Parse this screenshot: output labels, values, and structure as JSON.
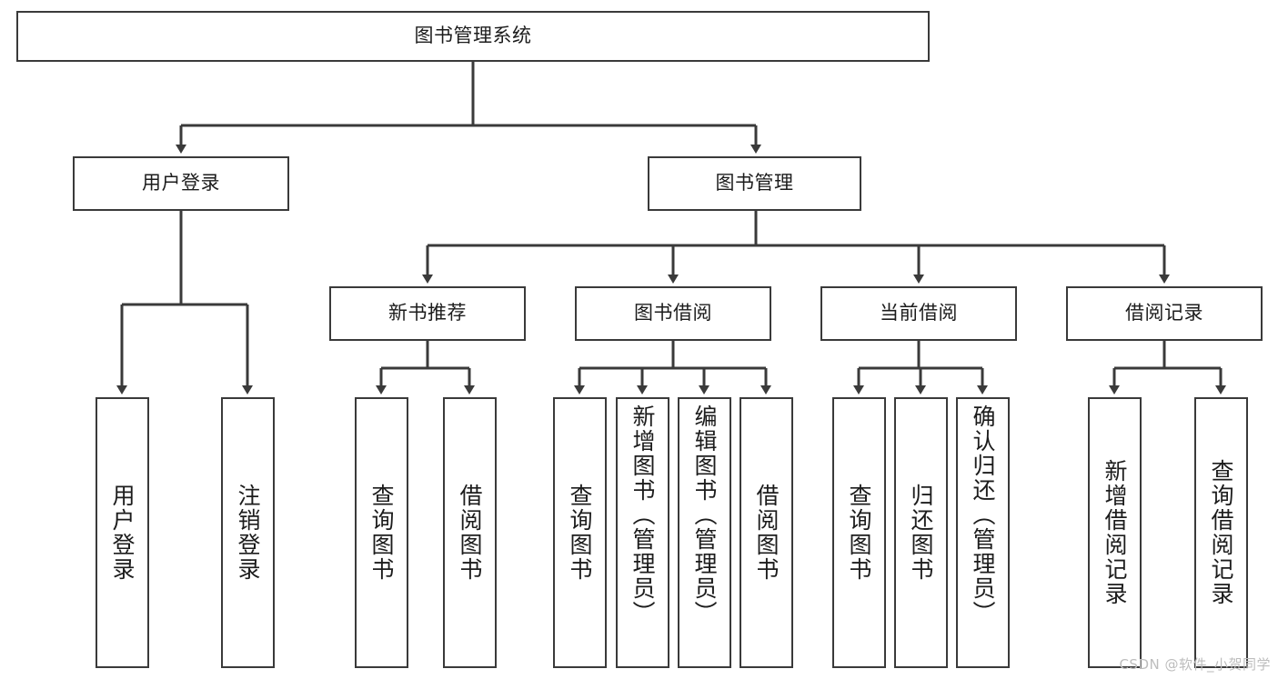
{
  "diagram": {
    "title": "图书管理系统",
    "type": "hierarchy-tree",
    "root": {
      "label": "图书管理系统"
    },
    "level2": [
      {
        "id": "user-login",
        "label": "用户登录"
      },
      {
        "id": "book-management",
        "label": "图书管理"
      }
    ],
    "level3": [
      {
        "id": "new-book-recommend",
        "label": "新书推荐"
      },
      {
        "id": "book-borrow",
        "label": "图书借阅"
      },
      {
        "id": "current-borrow",
        "label": "当前借阅"
      },
      {
        "id": "borrow-record",
        "label": "借阅记录"
      }
    ],
    "leaves": {
      "user_login": [
        {
          "id": "user-login-leaf",
          "label": "用户登录"
        },
        {
          "id": "logout-leaf",
          "label": "注销登录"
        }
      ],
      "new_book_recommend": [
        {
          "id": "query-book-1",
          "label": "查询图书"
        },
        {
          "id": "borrow-book-1",
          "label": "借阅图书"
        }
      ],
      "book_borrow": [
        {
          "id": "query-book-2",
          "label": "查询图书"
        },
        {
          "id": "add-book",
          "label": "新增图书（管理员）"
        },
        {
          "id": "edit-book",
          "label": "编辑图书（管理员）"
        },
        {
          "id": "borrow-book-2",
          "label": "借阅图书"
        }
      ],
      "current_borrow": [
        {
          "id": "query-book-3",
          "label": "查询图书"
        },
        {
          "id": "return-book",
          "label": "归还图书"
        },
        {
          "id": "confirm-return",
          "label": "确认归还（管理员）"
        }
      ],
      "borrow_record": [
        {
          "id": "add-borrow-record",
          "label": "新增借阅记录"
        },
        {
          "id": "query-borrow-record",
          "label": "查询借阅记录"
        }
      ]
    }
  },
  "watermark": {
    "text": "CSDN @软件_小贺同学"
  },
  "colors": {
    "border": "#3a3a3a",
    "text": "#1c1c1c",
    "background": "#ffffff",
    "watermark": "#bdbdbd"
  }
}
